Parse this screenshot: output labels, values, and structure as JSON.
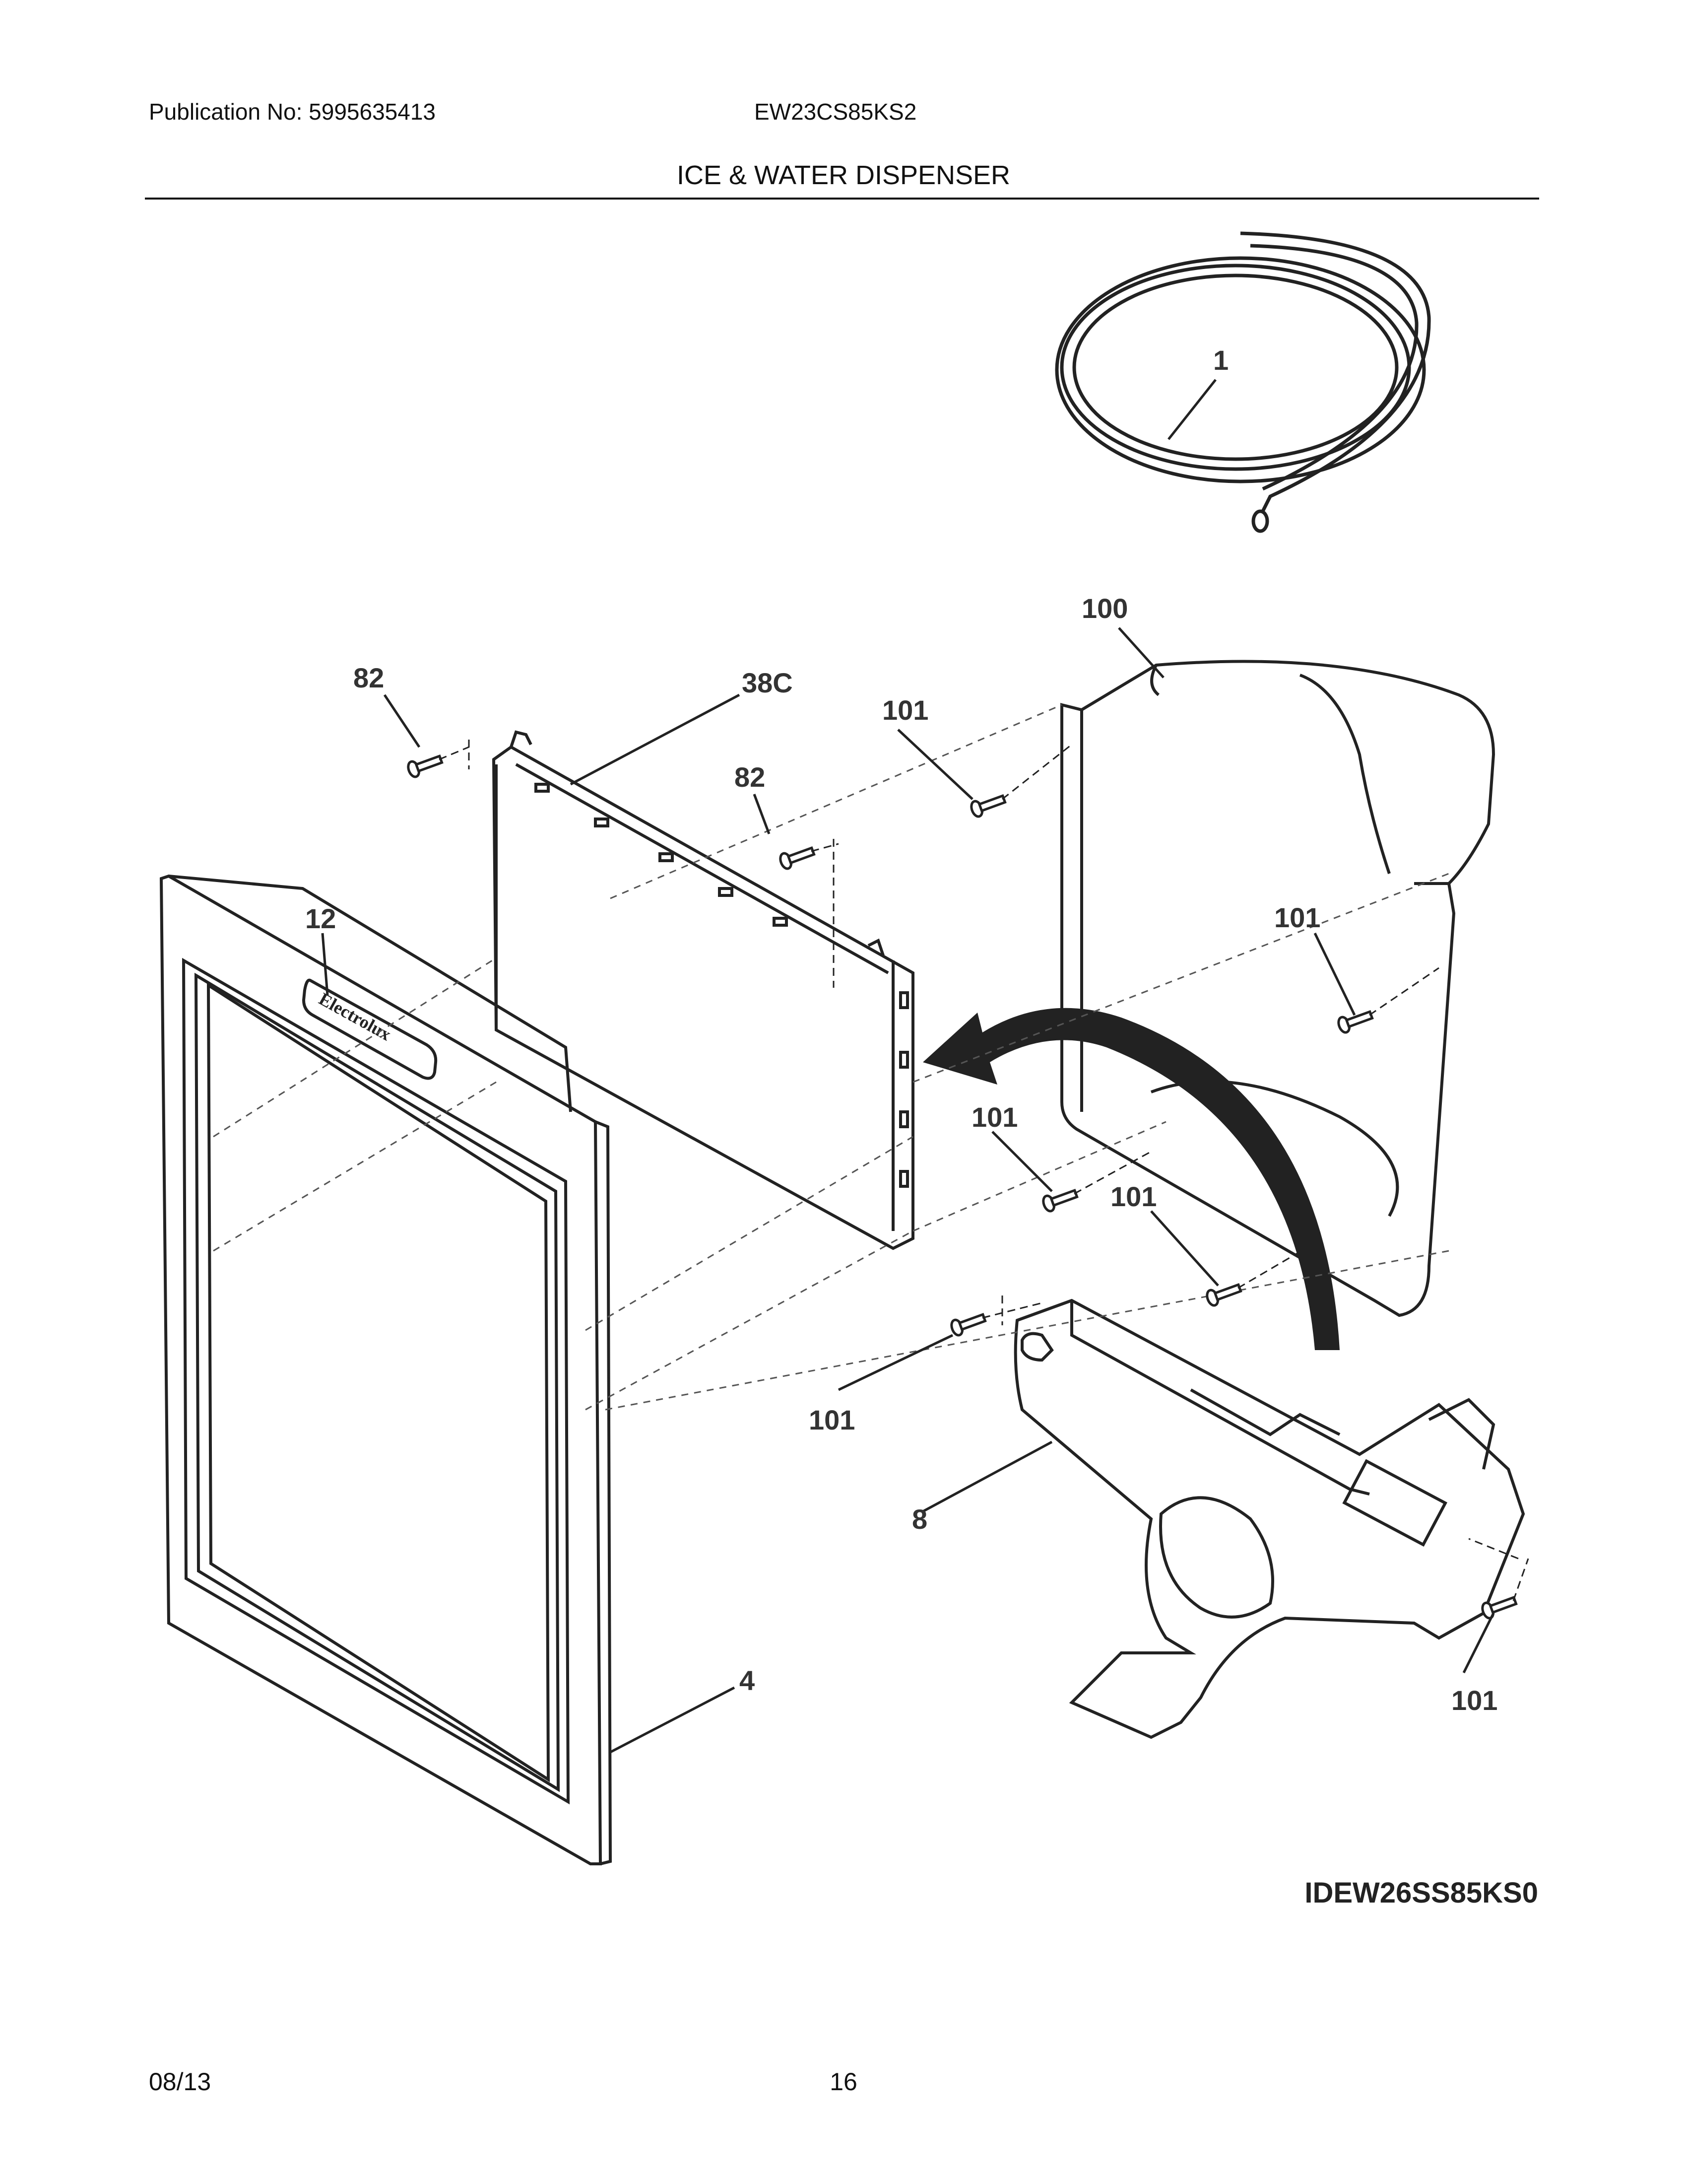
{
  "header": {
    "publication": "Publication No: 5995635413",
    "model": "EW23CS85KS2",
    "title": "ICE & WATER DISPENSER"
  },
  "callouts": {
    "c1": "1",
    "c100": "100",
    "c82a": "82",
    "c38c": "38C",
    "c101a": "101",
    "c82b": "82",
    "c12": "12",
    "c101b": "101",
    "c101c": "101",
    "c101d": "101",
    "c101e": "101",
    "c8": "8",
    "c4": "4",
    "c101f": "101"
  },
  "logo_text": "Electrolux",
  "diagram_id": "IDEW26SS85KS0",
  "footer": {
    "date": "08/13",
    "page": "16"
  }
}
